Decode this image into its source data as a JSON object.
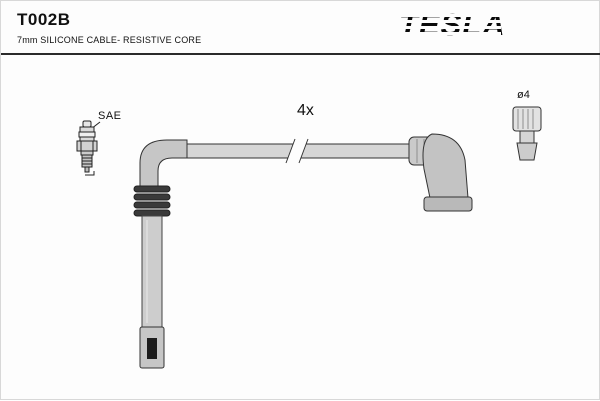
{
  "header": {
    "part_number": "T002B",
    "subtitle": "7mm SILICONE CABLE- RESISTIVE CORE",
    "brand": "TESLA"
  },
  "diagram": {
    "spark_plug_label": "SAE",
    "quantity_label": "4x",
    "terminal_diameter_label": "ø4"
  },
  "colors": {
    "background": "#fdfdfd",
    "line": "#333333",
    "boot_fill": "#c6c6c6",
    "cable_fill": "#d6d6d6",
    "rib_fill": "#3a3a3a",
    "text": "#111111"
  }
}
